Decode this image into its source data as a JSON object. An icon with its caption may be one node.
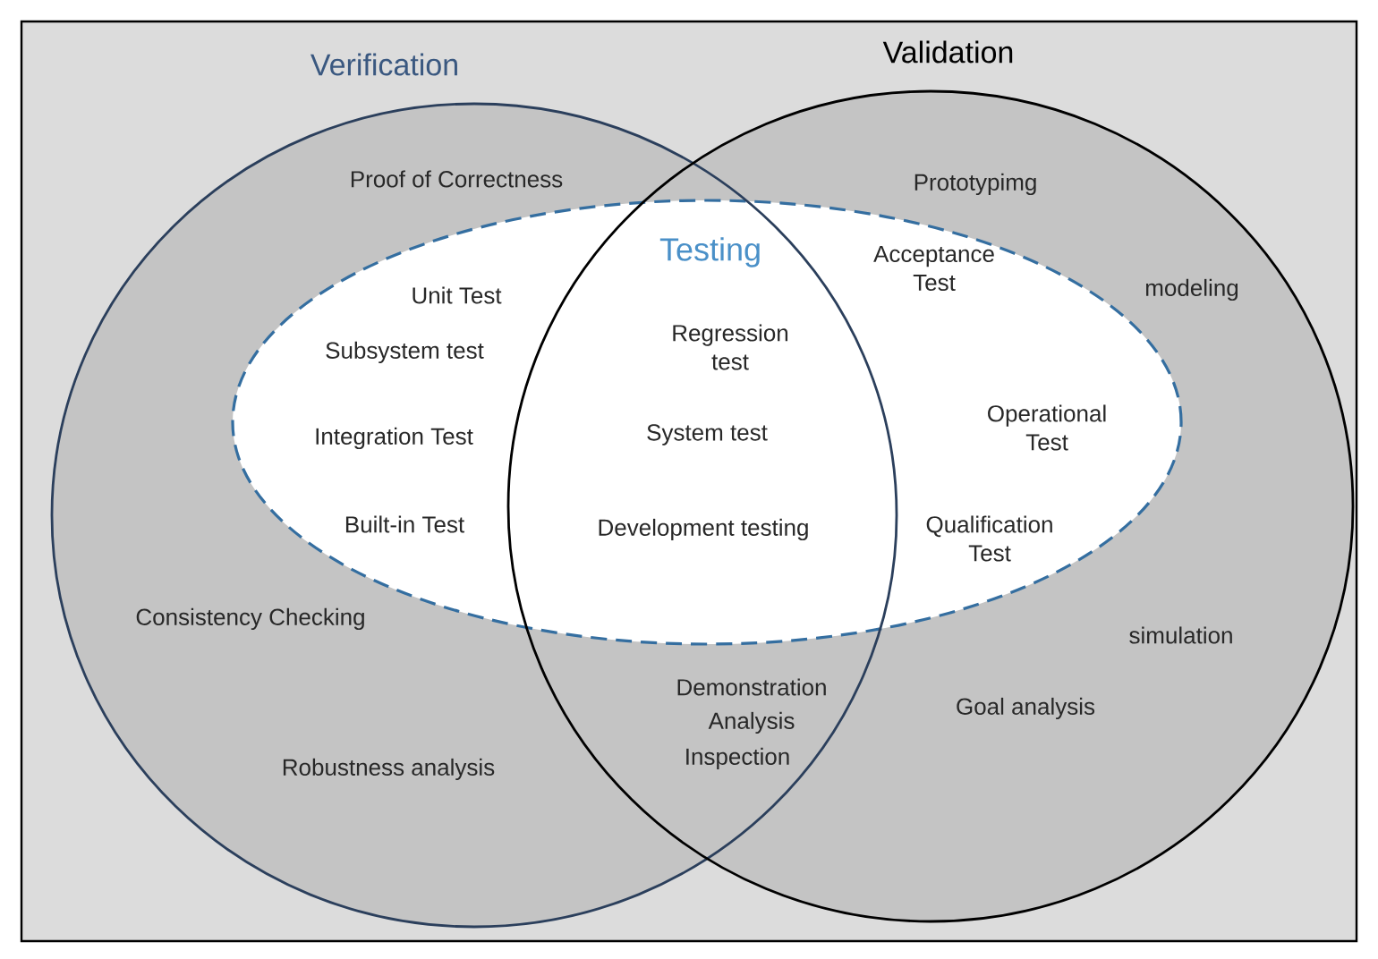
{
  "diagram": {
    "nodes": [
      {
        "text": [
          "Verification"
        ]
      },
      {
        "text": [
          "Validation"
        ]
      },
      {
        "text": [
          "Testing"
        ]
      }
    ],
    "labels": [
      "Proof of Correctness",
      "Prototypimg",
      "Unit Test",
      "Acceptance Test",
      "modeling",
      "Subsystem test",
      "Regression test",
      "Operational Test",
      "System test",
      "Integration Test",
      "Built-in  Test",
      "Development testing",
      "Qualification Test",
      "Consistency Checking",
      "simulation",
      "Demonstration",
      "Goal analysis",
      "Analysis",
      "Inspection",
      "Robustness analysis"
    ]
  }
}
